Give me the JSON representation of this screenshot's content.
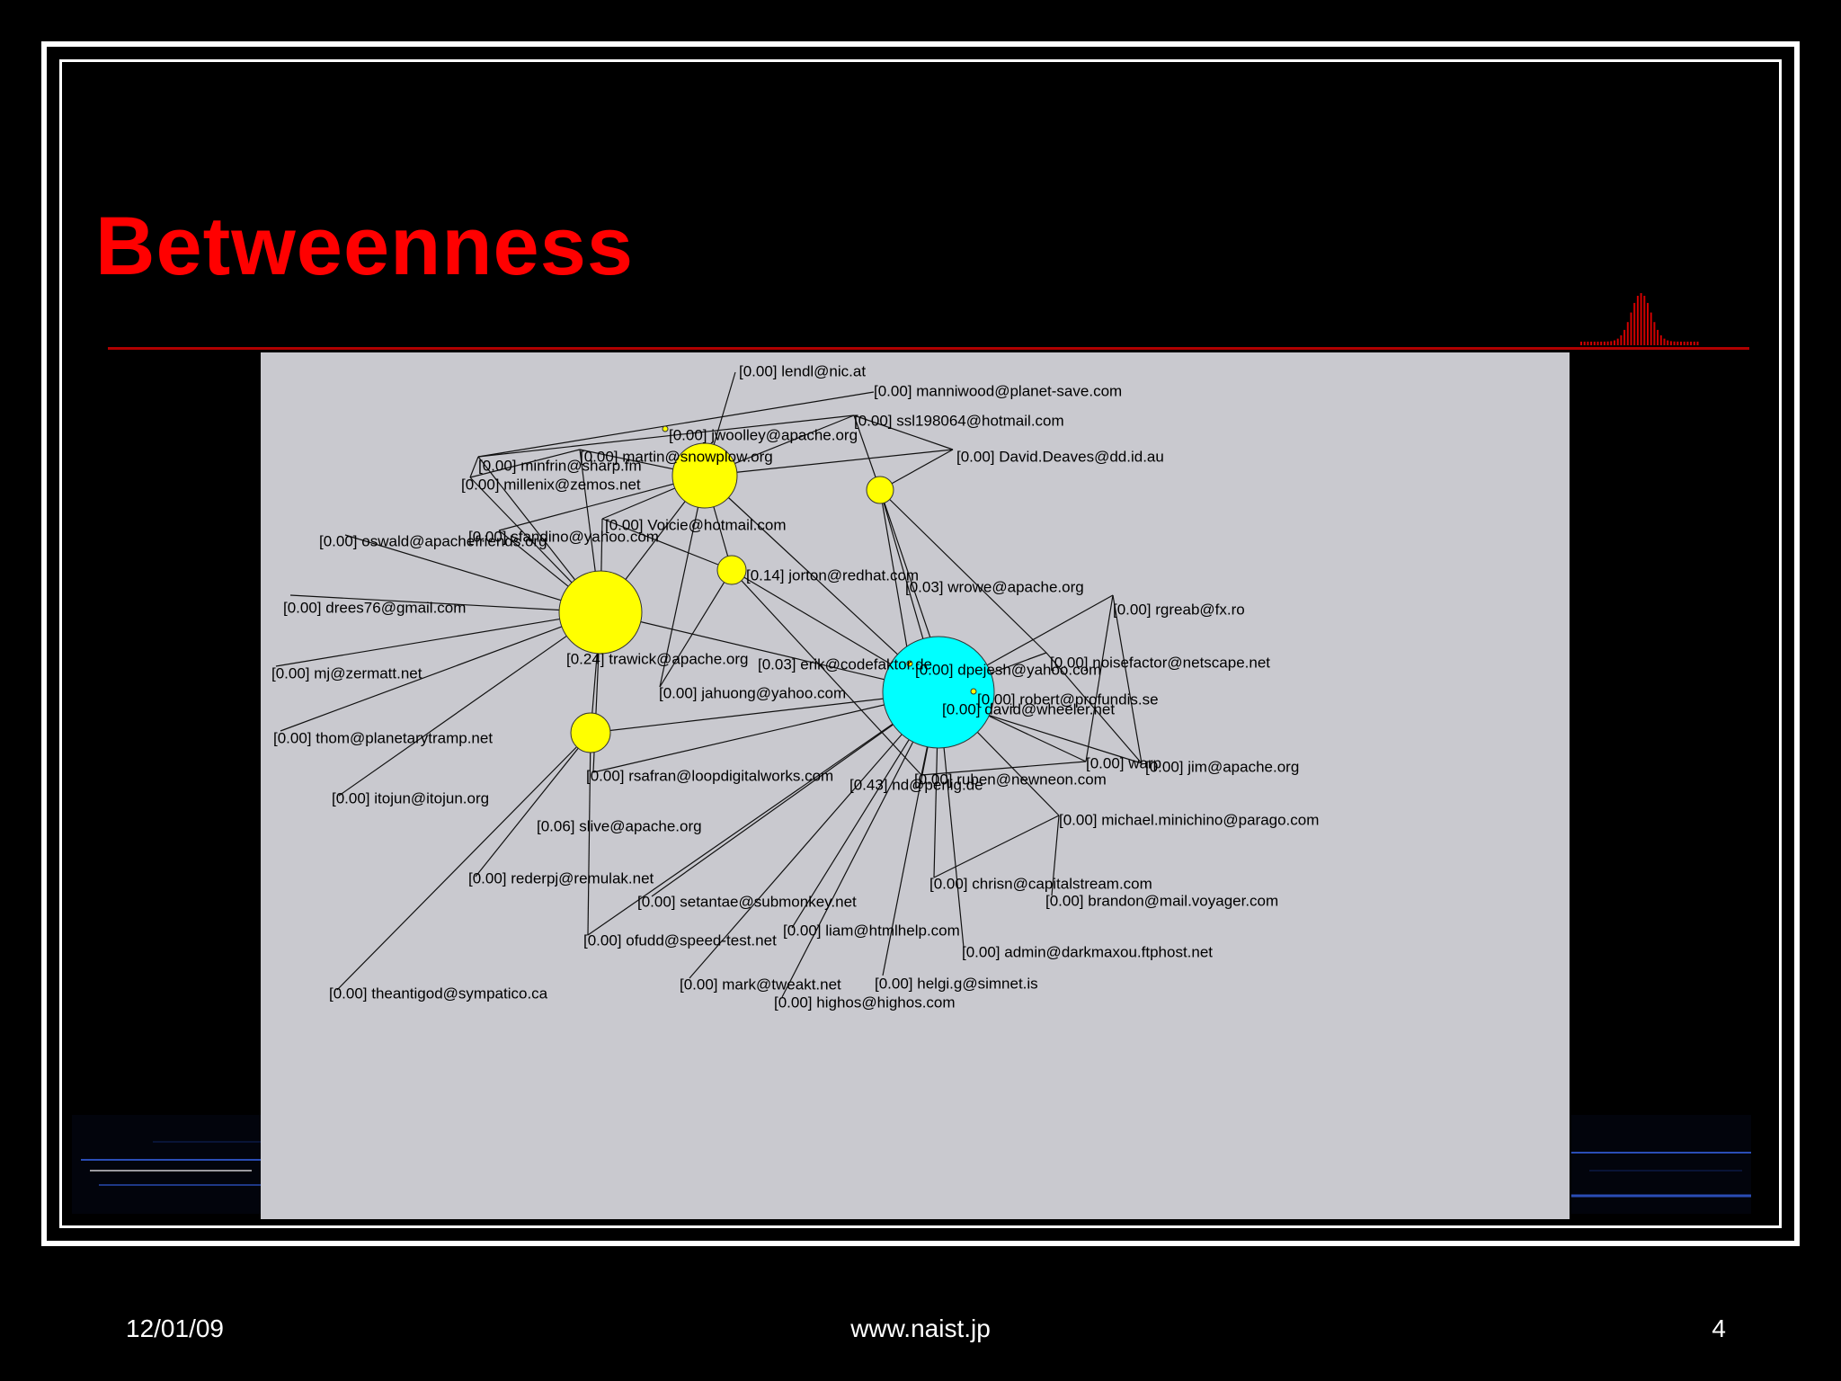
{
  "slide": {
    "title": "Betweenness",
    "footer_date": "12/01/09",
    "footer_url": "www.naist.jp",
    "page_number": "4",
    "title_color": "#ff0000",
    "accent_line_color": "#b00000"
  },
  "graph": {
    "colors": {
      "background": "#c9c9cf",
      "hub": "#ffff00",
      "top_hub": "#00ffff",
      "edge": "#111111"
    },
    "nodes": [
      {
        "id": "nd",
        "label": "[0.43] nd@perlig.de",
        "value": 0.43
      },
      {
        "id": "trawick",
        "label": "[0.24] trawick@apache.org",
        "value": 0.24
      },
      {
        "id": "jorton",
        "label": "[0.14] jorton@redhat.com",
        "value": 0.14
      },
      {
        "id": "slive",
        "label": "[0.06] slive@apache.org",
        "value": 0.06
      },
      {
        "id": "erik",
        "label": "[0.03] erik@codefaktor.de",
        "value": 0.03
      },
      {
        "id": "wrowe",
        "label": "[0.03] wrowe@apache.org",
        "value": 0.03
      },
      {
        "id": "lendl",
        "label": "[0.00] lendl@nic.at",
        "value": 0.0
      },
      {
        "id": "manniwood",
        "label": "[0.00] manniwood@planet-save.com",
        "value": 0.0
      },
      {
        "id": "ssl",
        "label": "[0.00] ssl198064@hotmail.com",
        "value": 0.0
      },
      {
        "id": "jwoolley",
        "label": "[0.00] jwoolley@apache.org",
        "value": 0.0
      },
      {
        "id": "martin",
        "label": "[0.00] martin@snowplow.org",
        "value": 0.0
      },
      {
        "id": "david_deaves",
        "label": "[0.00] David.Deaves@dd.id.au",
        "value": 0.0
      },
      {
        "id": "minfrin",
        "label": "[0.00] minfrin@sharp.fm",
        "value": 0.0
      },
      {
        "id": "millenix",
        "label": "[0.00] millenix@zemos.net",
        "value": 0.0
      },
      {
        "id": "voicie",
        "label": "[0.00] Voicie@hotmail.com",
        "value": 0.0
      },
      {
        "id": "sfandino",
        "label": "[0.00] sfandino@yahoo.com",
        "value": 0.0
      },
      {
        "id": "oswald",
        "label": "[0.00] oswald@apachefriends.org",
        "value": 0.0
      },
      {
        "id": "drees",
        "label": "[0.00] drees76@gmail.com",
        "value": 0.0
      },
      {
        "id": "rgreab",
        "label": "[0.00] rgreab@fx.ro",
        "value": 0.0
      },
      {
        "id": "noisefactor",
        "label": "[0.00] noisefactor@netscape.net",
        "value": 0.0
      },
      {
        "id": "dpejesh",
        "label": "[0.00] dpejesh@yahoo.com",
        "value": 0.0
      },
      {
        "id": "mj",
        "label": "[0.00] mj@zermatt.net",
        "value": 0.0
      },
      {
        "id": "robert",
        "label": "[0.00] robert@profundis.se",
        "value": 0.0
      },
      {
        "id": "jahuong",
        "label": "[0.00] jahuong@yahoo.com",
        "value": 0.0
      },
      {
        "id": "david_wheeler",
        "label": "[0.00] david@wheeler.net",
        "value": 0.0
      },
      {
        "id": "thom",
        "label": "[0.00] thom@planetarytramp.net",
        "value": 0.0
      },
      {
        "id": "warp",
        "label": "[0.00] warp",
        "value": 0.0
      },
      {
        "id": "jim",
        "label": "[0.00] jim@apache.org",
        "value": 0.0
      },
      {
        "id": "rsafran",
        "label": "[0.00] rsafran@loopdigitalworks.com",
        "value": 0.0
      },
      {
        "id": "ruben",
        "label": "[0.00] ruben@newneon.com",
        "value": 0.0
      },
      {
        "id": "itojun",
        "label": "[0.00] itojun@itojun.org",
        "value": 0.0
      },
      {
        "id": "michael",
        "label": "[0.00] michael.minichino@parago.com",
        "value": 0.0
      },
      {
        "id": "rederpj",
        "label": "[0.00] rederpj@remulak.net",
        "value": 0.0
      },
      {
        "id": "chrisn",
        "label": "[0.00] chrisn@capitalstream.com",
        "value": 0.0
      },
      {
        "id": "setantae",
        "label": "[0.00] setantae@submonkey.net",
        "value": 0.0
      },
      {
        "id": "brandon",
        "label": "[0.00] brandon@mail.voyager.com",
        "value": 0.0
      },
      {
        "id": "liam",
        "label": "[0.00] liam@htmlhelp.com",
        "value": 0.0
      },
      {
        "id": "ofudd",
        "label": "[0.00] ofudd@speed-test.net",
        "value": 0.0
      },
      {
        "id": "admin",
        "label": "[0.00] admin@darkmaxou.ftphost.net",
        "value": 0.0
      },
      {
        "id": "mark",
        "label": "[0.00] mark@tweakt.net",
        "value": 0.0
      },
      {
        "id": "helgi",
        "label": "[0.00] helgi.g@simnet.is",
        "value": 0.0
      },
      {
        "id": "theantigod",
        "label": "[0.00] theantigod@sympatico.ca",
        "value": 0.0
      },
      {
        "id": "highos",
        "label": "[0.00] highos@highos.com",
        "value": 0.0
      }
    ],
    "edges": [
      [
        "nd",
        "trawick"
      ],
      [
        "nd",
        "jorton"
      ],
      [
        "nd",
        "slive"
      ],
      [
        "nd",
        "erik"
      ],
      [
        "nd",
        "wrowe"
      ],
      [
        "nd",
        "dpejesh"
      ],
      [
        "nd",
        "robert"
      ],
      [
        "nd",
        "noisefactor"
      ],
      [
        "nd",
        "rgreab"
      ],
      [
        "nd",
        "warp"
      ],
      [
        "nd",
        "michael"
      ],
      [
        "nd",
        "chrisn"
      ],
      [
        "nd",
        "admin"
      ],
      [
        "nd",
        "helgi"
      ],
      [
        "nd",
        "liam"
      ],
      [
        "nd",
        "highos"
      ],
      [
        "nd",
        "mark"
      ],
      [
        "nd",
        "setantae"
      ],
      [
        "nd",
        "ofudd"
      ],
      [
        "nd",
        "rsafran"
      ],
      [
        "nd",
        "ruben"
      ],
      [
        "trawick",
        "oswald"
      ],
      [
        "trawick",
        "drees"
      ],
      [
        "trawick",
        "mj"
      ],
      [
        "trawick",
        "thom"
      ],
      [
        "trawick",
        "itojun"
      ],
      [
        "trawick",
        "rsafran"
      ],
      [
        "trawick",
        "slive"
      ],
      [
        "trawick",
        "jorton"
      ],
      [
        "trawick",
        "millenix"
      ],
      [
        "trawick",
        "sfandino"
      ],
      [
        "trawick",
        "minfrin"
      ],
      [
        "trawick",
        "voicie"
      ],
      [
        "trawick",
        "martin"
      ],
      [
        "jorton",
        "lendl"
      ],
      [
        "jorton",
        "ssl"
      ],
      [
        "jorton",
        "david_deaves"
      ],
      [
        "jorton",
        "voicie"
      ],
      [
        "jorton",
        "sfandino"
      ],
      [
        "jorton",
        "erik"
      ],
      [
        "jorton",
        "jahuong"
      ],
      [
        "jorton",
        "martin"
      ],
      [
        "wrowe",
        "ssl"
      ],
      [
        "wrowe",
        "david_deaves"
      ],
      [
        "wrowe",
        "dpejesh"
      ],
      [
        "wrowe",
        "noisefactor"
      ],
      [
        "wrowe",
        "david_wheeler"
      ],
      [
        "slive",
        "theantigod"
      ],
      [
        "slive",
        "rederpj"
      ],
      [
        "slive",
        "ofudd"
      ],
      [
        "erik",
        "voicie"
      ],
      [
        "erik",
        "jahuong"
      ],
      [
        "erik",
        "ruben"
      ],
      [
        "minfrin",
        "manniwood"
      ],
      [
        "minfrin",
        "millenix"
      ],
      [
        "millenix",
        "martin"
      ],
      [
        "minfrin",
        "ssl"
      ],
      [
        "rgreab",
        "jim"
      ],
      [
        "rgreab",
        "warp"
      ],
      [
        "noisefactor",
        "jim"
      ],
      [
        "david_wheeler",
        "jim"
      ],
      [
        "chrisn",
        "michael"
      ],
      [
        "brandon",
        "michael"
      ],
      [
        "ruben",
        "warp"
      ],
      [
        "david_deaves",
        "ssl"
      ]
    ]
  }
}
